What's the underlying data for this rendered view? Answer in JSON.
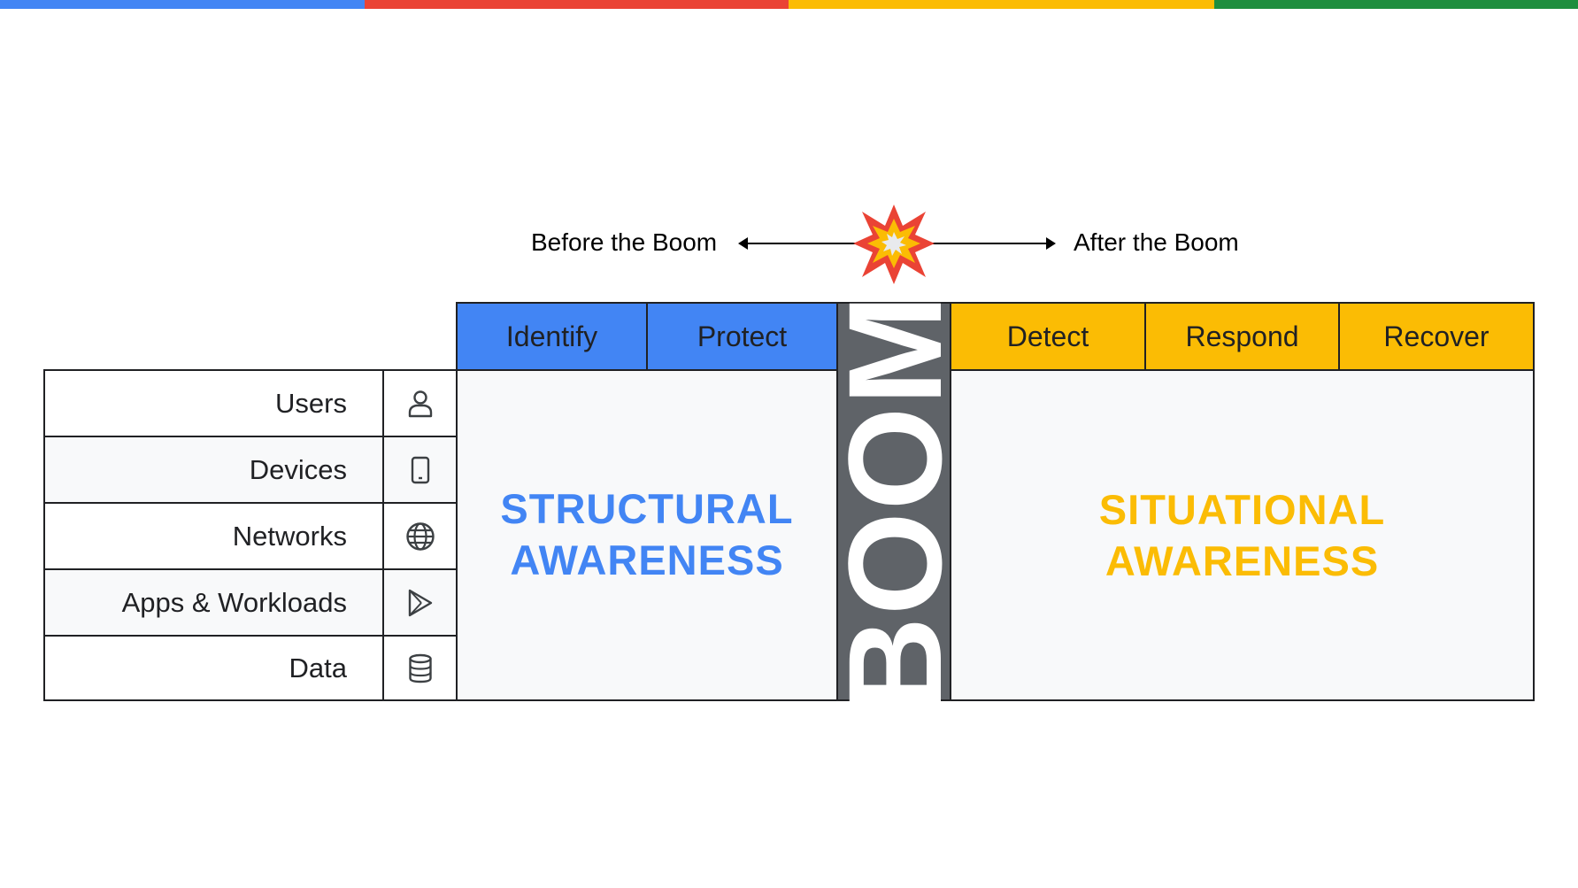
{
  "colors": {
    "blue": "#4285f4",
    "red": "#ea4335",
    "yellow": "#fbbc04",
    "green": "#1e8e3e",
    "structural_text": "#4285f4",
    "situational_text": "#fbbc04",
    "boom_band": "#5f6368",
    "panel_fill": "#f8f9fa"
  },
  "timeline": {
    "before_label": "Before the Boom",
    "after_label": "After the Boom",
    "explosion_icon": "explosion-icon"
  },
  "columns": {
    "left": [
      "Identify",
      "Protect"
    ],
    "right": [
      "Detect",
      "Respond",
      "Recover"
    ]
  },
  "boom_label": "BOOM",
  "rows": [
    {
      "label": "Users",
      "icon": "user-icon"
    },
    {
      "label": "Devices",
      "icon": "device-icon"
    },
    {
      "label": "Networks",
      "icon": "globe-icon"
    },
    {
      "label": "Apps & Workloads",
      "icon": "play-icon"
    },
    {
      "label": "Data",
      "icon": "database-icon"
    }
  ],
  "structural": {
    "line1": "STRUCTURAL",
    "line2": "AWARENESS"
  },
  "situational": {
    "line1": "SITUATIONAL",
    "line2": "AWARENESS"
  }
}
